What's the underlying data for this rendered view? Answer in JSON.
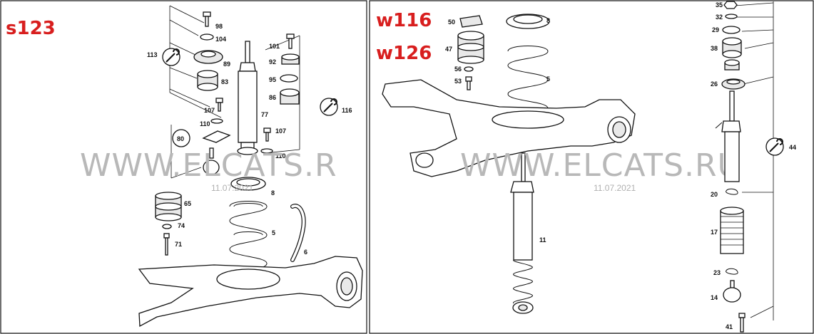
{
  "panels": {
    "left": {
      "model": "s123",
      "labels": [
        "98",
        "104",
        "113",
        "89",
        "83",
        "107",
        "110",
        "80",
        "101",
        "92",
        "95",
        "86",
        "116",
        "77",
        "107",
        "110",
        "8",
        "65",
        "74",
        "71",
        "5",
        "6"
      ]
    },
    "middle": {
      "model_lines": [
        "w116",
        "w126"
      ],
      "labels": [
        "50",
        "47",
        "56",
        "53",
        "8",
        "5",
        "11"
      ]
    },
    "right": {
      "labels": [
        "35",
        "32",
        "29",
        "38",
        "26",
        "44",
        "20",
        "17",
        "23",
        "14",
        "41"
      ]
    }
  },
  "watermark": {
    "text_left": "WWW.ELCATS.R",
    "text_right": "WWW.ELCATS.RU",
    "date": "11.07.2021"
  },
  "colors": {
    "model_label": "#d81e1e",
    "watermark": "#b8b8b8",
    "line": "#111111"
  },
  "icons": [
    "wrench-icon"
  ]
}
